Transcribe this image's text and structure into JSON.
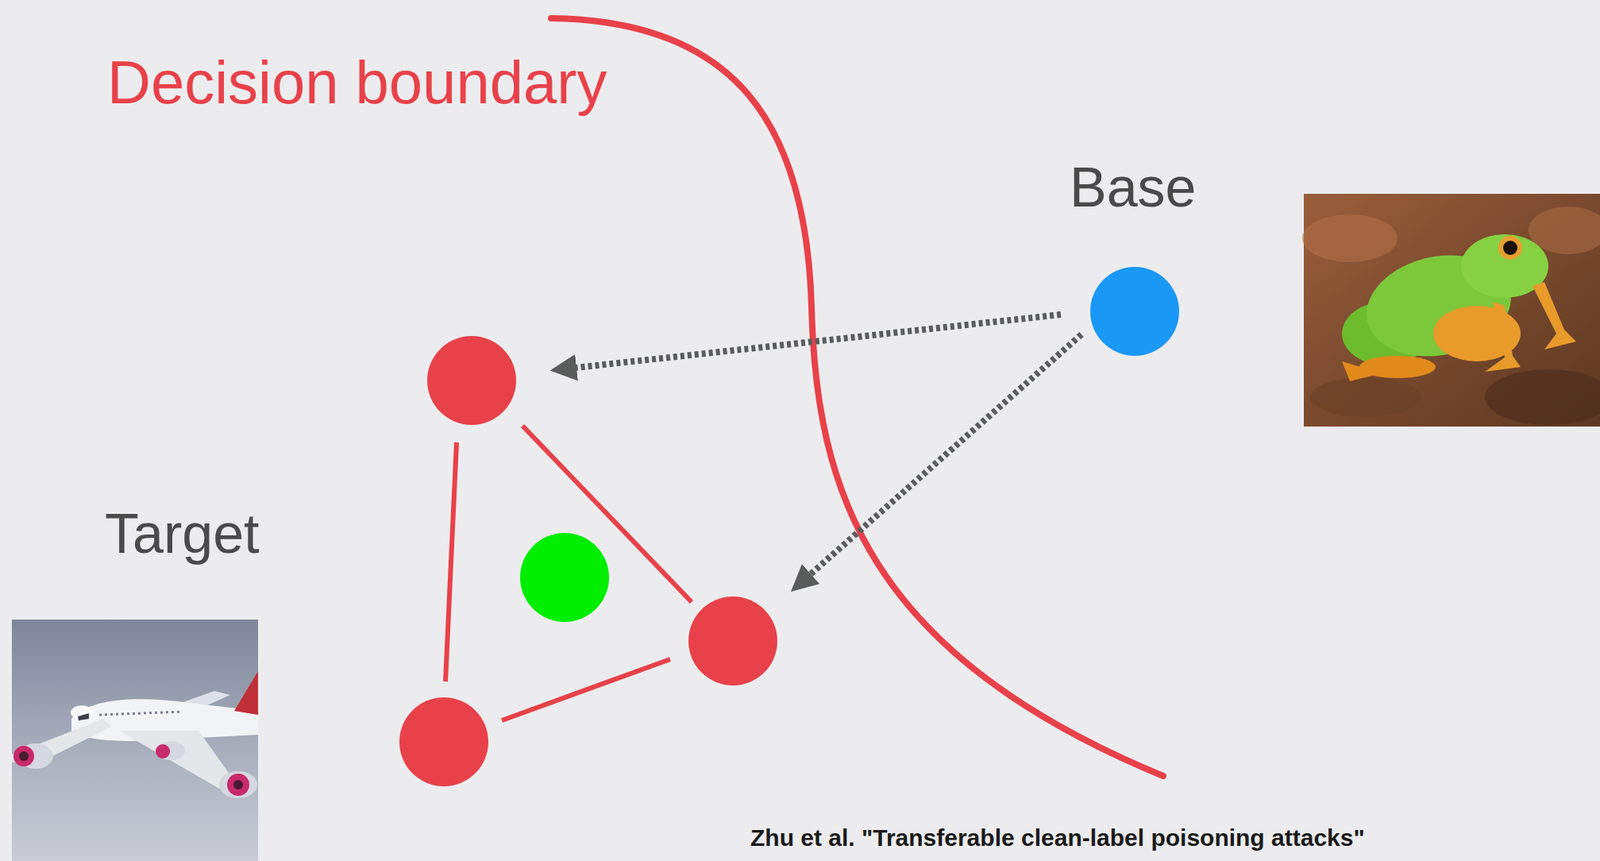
{
  "diagram": {
    "labels": [
      "Decision boundary",
      "Base",
      "Target",
      "Zhu et al. \"Transferable clean-label poisoning attacks\""
    ]
  }
}
